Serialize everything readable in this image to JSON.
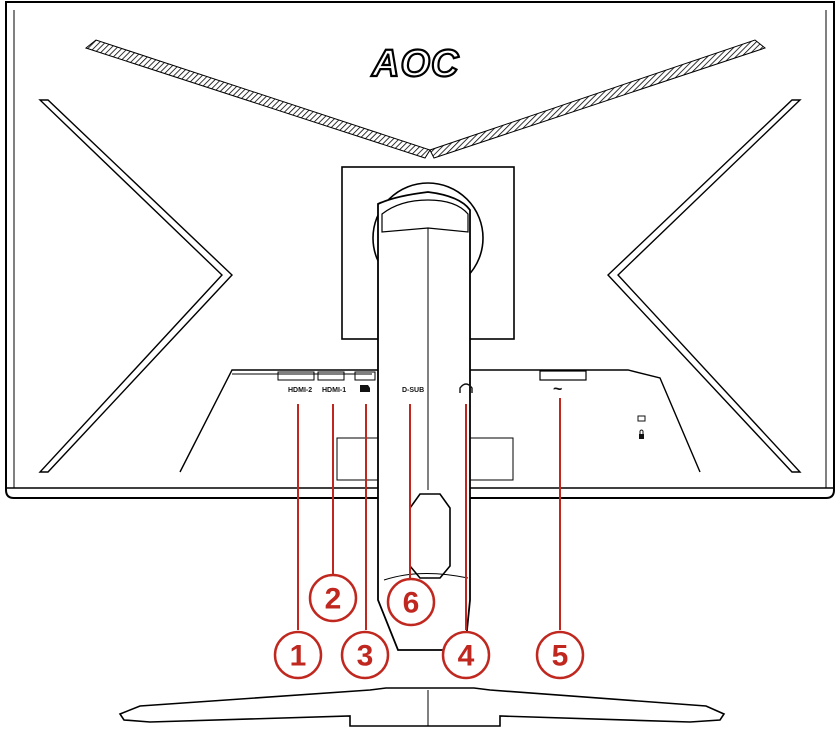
{
  "brand": {
    "logo": "AOC"
  },
  "ports": [
    {
      "id": "hdmi2",
      "label": "HDMI-2"
    },
    {
      "id": "hdmi1",
      "label": "HDMI-1"
    },
    {
      "id": "dp",
      "label": ""
    },
    {
      "id": "dsub",
      "label": "D-SUB"
    },
    {
      "id": "headphone",
      "label": ""
    },
    {
      "id": "power",
      "label": "~"
    }
  ],
  "callouts": [
    {
      "number": "1",
      "target": "HDMI-2"
    },
    {
      "number": "2",
      "target": "HDMI-1"
    },
    {
      "number": "3",
      "target": "DisplayPort"
    },
    {
      "number": "4",
      "target": "Headphone"
    },
    {
      "number": "5",
      "target": "Power"
    },
    {
      "number": "6",
      "target": "D-SUB"
    }
  ],
  "colors": {
    "callout": "#c0281f",
    "outline": "#000000",
    "background": "#ffffff"
  },
  "icons": {
    "headphone": "headphone-icon",
    "lock": "kensington-lock-icon",
    "displayport": "displayport-icon",
    "power": "ac-power-icon"
  }
}
